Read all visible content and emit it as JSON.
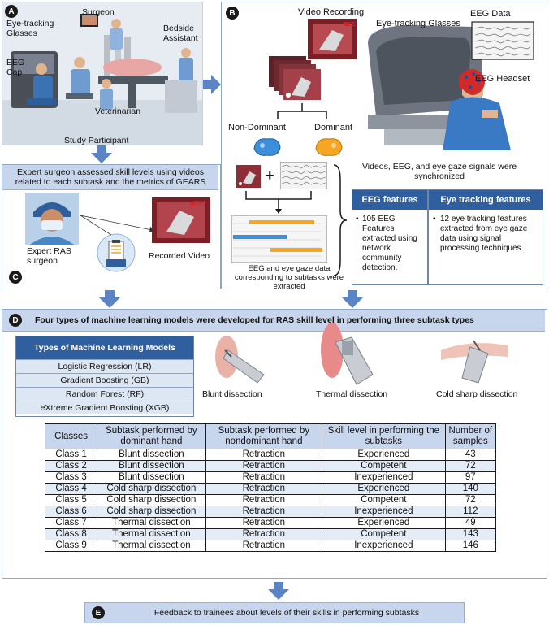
{
  "panel_a": {
    "badge": "A",
    "labels": {
      "glasses": "Eye-tracking\nGlasses",
      "surgeon": "Surgeon",
      "bedside": "Bedside\nAssistant",
      "eeg_cap": "EEG\nCap",
      "veterinarian": "Veterinarian"
    },
    "caption": "Study Participant"
  },
  "panel_b": {
    "badge": "B",
    "video_label": "Video Recording",
    "rec": "REC",
    "glasses_label": "Eye-tracking Glasses",
    "eeg_data_label": "EEG Data",
    "eeg_headset_label": "EEG Headset",
    "non_dominant": "Non-Dominant",
    "dominant": "Dominant",
    "plus": "+",
    "sync_text": "Videos, EEG, and eye gaze signals were synchronized",
    "segment_caption": "EEG and eye gaze data corresponding to subtasks were extracted",
    "eeg_features": {
      "title": "EEG features",
      "body": "105 EEG Features extracted using network community detection."
    },
    "eye_features": {
      "title": "Eye tracking features",
      "body": "12 eye tracking features extracted from eye gaze data using signal processing techniques."
    }
  },
  "panel_c": {
    "badge": "C",
    "header": "Expert surgeon assessed skill levels using videos related to each subtask and the metrics of GEARS",
    "expert_label": "Expert RAS\nsurgeon",
    "video_label": "Recorded Video",
    "rec": "REC"
  },
  "panel_d": {
    "badge": "D",
    "header": "Four types of machine learning models were developed for RAS skill level in performing three subtask types",
    "ml_title": "Types of Machine Learning Models",
    "ml_models": [
      "Logistic Regression (LR)",
      "Gradient Boosting (GB)",
      "Random Forest (RF)",
      "eXtreme Gradient Boosting (XGB)"
    ],
    "subtasks": [
      "Blunt dissection",
      "Thermal dissection",
      "Cold sharp dissection"
    ],
    "table": {
      "headers": [
        "Classes",
        "Subtask performed by dominant hand",
        "Subtask performed by nondominant hand",
        "Skill level in performing the subtasks",
        "Number of samples"
      ],
      "rows": [
        [
          "Class 1",
          "Blunt dissection",
          "Retraction",
          "Experienced",
          "43"
        ],
        [
          "Class 2",
          "Blunt dissection",
          "Retraction",
          "Competent",
          "72"
        ],
        [
          "Class 3",
          "Blunt dissection",
          "Retraction",
          "Inexperienced",
          "97"
        ],
        [
          "Class 4",
          "Cold sharp dissection",
          "Retraction",
          "Experienced",
          "140"
        ],
        [
          "Class 5",
          "Cold sharp dissection",
          "Retraction",
          "Competent",
          "72"
        ],
        [
          "Class 6",
          "Cold sharp dissection",
          "Retraction",
          "Inexperienced",
          "112"
        ],
        [
          "Class 7",
          "Thermal dissection",
          "Retraction",
          "Experienced",
          "49"
        ],
        [
          "Class 8",
          "Thermal dissection",
          "Retraction",
          "Competent",
          "143"
        ],
        [
          "Class 9",
          "Thermal dissection",
          "Retraction",
          "Inexperienced",
          "146"
        ]
      ]
    }
  },
  "panel_e": {
    "badge": "E",
    "text": "Feedback to trainees about levels of their skills in performing subtasks"
  },
  "colors": {
    "header_bar": "#c7d6ec",
    "dark_blue": "#2f5f9e",
    "arrow": "#5b84c4",
    "orange": "#f5a623",
    "blue": "#3d8fd9",
    "rec_red": "#e02020"
  }
}
